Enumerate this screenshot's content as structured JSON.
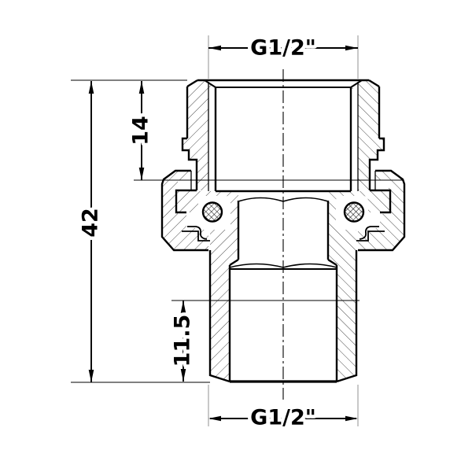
{
  "drawing": {
    "subject": "Union pipe fitting cross-section technical drawing",
    "background": "#ffffff",
    "line_color": "#000000",
    "extension_line_color": "#ababab",
    "dimensions": {
      "thread_top": "G1/2\"",
      "thread_bottom": "G1/2\"",
      "overall_height": "42",
      "upper_section_height": "14",
      "lower_thread_length": "11.5"
    }
  }
}
